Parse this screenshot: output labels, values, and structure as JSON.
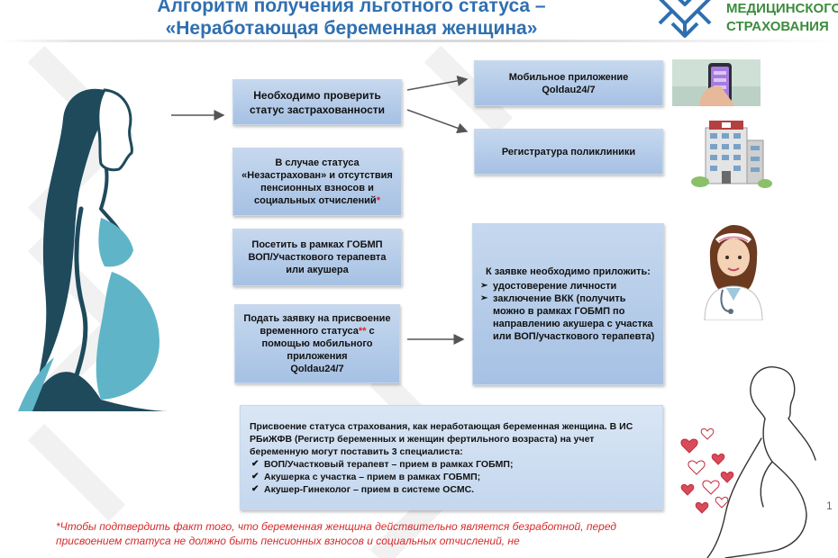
{
  "header": {
    "title_line1": "Алгоритм получения льготного статуса –",
    "title_line2": "«Неработающая беременная женщина»",
    "logo_line1": "МЕДИЦИНСКОГО",
    "logo_line2": "СТРАХОВАНИЯ"
  },
  "flow": {
    "check": "Необходимо проверить статус застрахованности",
    "case_text": "В случае статуса «Незастрахован» и отсутствия пенсионных взносов и социальных отчислений",
    "case_mark": "*",
    "visit": "Посетить в рамках ГОБМП ВОП/Участкового терапевта или акушера",
    "apply_text1": "Подать заявку на присвоение временного статуса",
    "apply_mark": "**",
    "apply_text2": " с помощью мобильного приложения",
    "apply_app": "Qoldau24/7"
  },
  "options": {
    "mobile_line1": "Мобильное приложение",
    "mobile_line2": "Qoldau24/7",
    "registry": "Регистратура поликлиники"
  },
  "attach": {
    "header": "К заявке необходимо приложить:",
    "items": [
      "удостоверение личности",
      "заключение ВКК (получить можно в рамках ГОБМП по направлению акушера с участка или ВОП/участкового терапевта)"
    ]
  },
  "assign": {
    "intro": "Присвоение статуса страхования, как неработающая беременная женщина. В ИС РБиЖФВ (Регистр беременных и женщин фертильного возраста) на учет беременную могут поставить 3 специалиста:",
    "items": [
      "ВОП/Участковый терапевт – прием в рамках ГОБМП;",
      "Акушерка  с участка – прием в рамках ГОБМП;",
      "Акушер-Гинеколог  – прием в системе ОСМС."
    ]
  },
  "page_number": "1",
  "footnote": "*Чтобы подтвердить факт того, что беременная женщина действительно является безработной, перед присвоением статуса не должно быть пенсионных взносов и социальных отчислений, не",
  "colors": {
    "title": "#2f6fb0",
    "logo_green": "#3c8c3c",
    "box_blue": "#a6c1e4",
    "footnote_red": "#d42b2b",
    "silhouette": "#1e4a5c",
    "belly_teal": "#5fb5c7"
  }
}
